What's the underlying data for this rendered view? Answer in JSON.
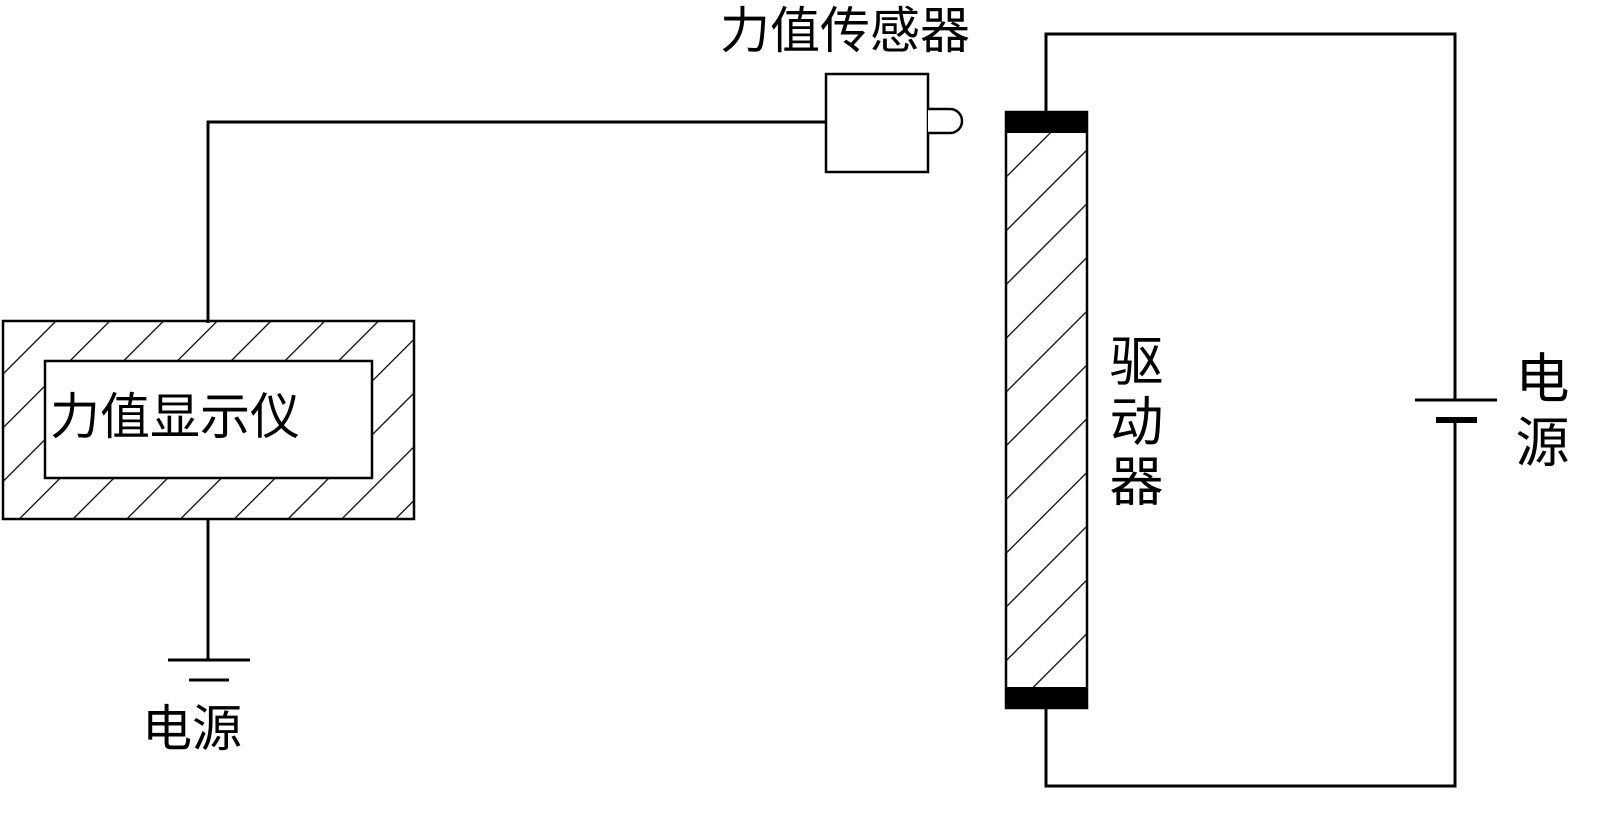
{
  "labels": {
    "force_sensor": "力值传感器",
    "force_display": "力值显示仪",
    "actuator": "驱动器",
    "power_left": "电源",
    "power_right": "电源"
  },
  "colors": {
    "line": "#000000",
    "fill": "#ffffff"
  },
  "icons": {
    "sensor": "force-sensor-icon",
    "display": "force-display-icon",
    "actuator": "actuator-icon",
    "battery": "battery-icon",
    "ground": "ground-icon"
  }
}
